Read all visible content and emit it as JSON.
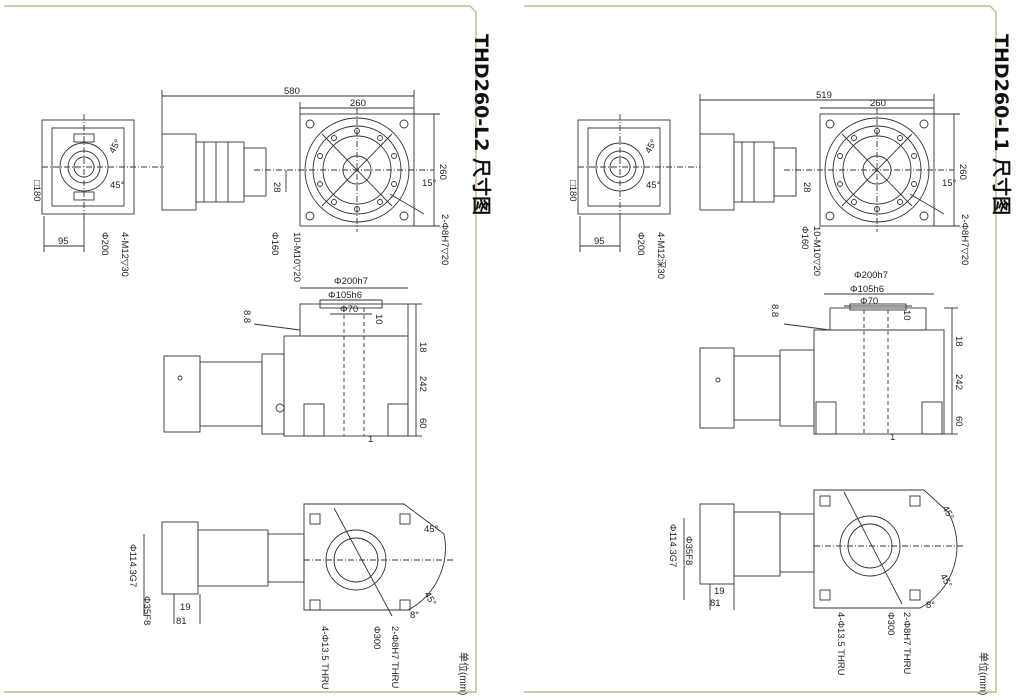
{
  "drawings": [
    {
      "title": "THD260-L2 尺寸图",
      "unit": "单位(mm)",
      "top_view": {
        "total_length": "580",
        "width_260_top": "260",
        "height_260": "260",
        "side_180": "□180",
        "dim_95": "95",
        "dim_28": "28",
        "angle_15": "15°",
        "angle_45a": "45°",
        "angle_45b": "45°",
        "phi_200": "Φ200",
        "tap_holes": "4-M12▽30",
        "phi_160": "Φ160",
        "tap_10": "10-M10▽20",
        "pin_holes": "2-Φ8H7▽20"
      },
      "side_view": {
        "phi_200h7": "Φ200h7",
        "phi_105h6": "Φ105h6",
        "phi_70": "Φ70",
        "dim_8_8": "8.8",
        "dim_10": "10",
        "dim_18": "18",
        "dim_242": "242",
        "dim_60": "60",
        "dim_1": "1"
      },
      "bottom_view": {
        "phi_114": "Φ114.3G7",
        "phi_35": "Φ35F8",
        "dim_19": "19",
        "dim_81": "81",
        "angle_45a": "45°",
        "angle_45b": "45°",
        "angle_8": "8°",
        "mount_holes": "4-Φ13.5 THRU",
        "phi_300": "Φ300",
        "pin_thru": "2-Φ8H7 THRU"
      }
    },
    {
      "title": "THD260-L1 尺寸图",
      "unit": "单位(mm)",
      "top_view": {
        "total_length": "519",
        "width_260_top": "260",
        "height_260": "260",
        "side_180": "□180",
        "dim_95": "95",
        "dim_28": "28",
        "angle_15": "15°",
        "angle_45a": "45°",
        "angle_45b": "45°",
        "phi_200": "Φ200",
        "tap_holes": "4-M12深30",
        "phi_160": "Φ160",
        "tap_10": "10-M10▽20",
        "pin_holes": "2-Φ8H7▽20"
      },
      "side_view": {
        "phi_200h7": "Φ200h7",
        "phi_105h6": "Φ105h6",
        "phi_70": "Φ70",
        "dim_8_8": "8.8",
        "dim_10": "10",
        "dim_18": "18",
        "dim_242": "242",
        "dim_60": "60",
        "dim_1": "1"
      },
      "bottom_view": {
        "phi_114": "Φ114.3G7",
        "phi_35": "Φ35F8",
        "dim_19": "19",
        "dim_81": "81",
        "angle_45a": "45°",
        "angle_45b": "45°",
        "angle_8": "8°",
        "mount_holes": "4-Φ13.5 THRU",
        "phi_300": "Φ300",
        "pin_thru": "2-Φ8H7 THRU"
      }
    }
  ]
}
